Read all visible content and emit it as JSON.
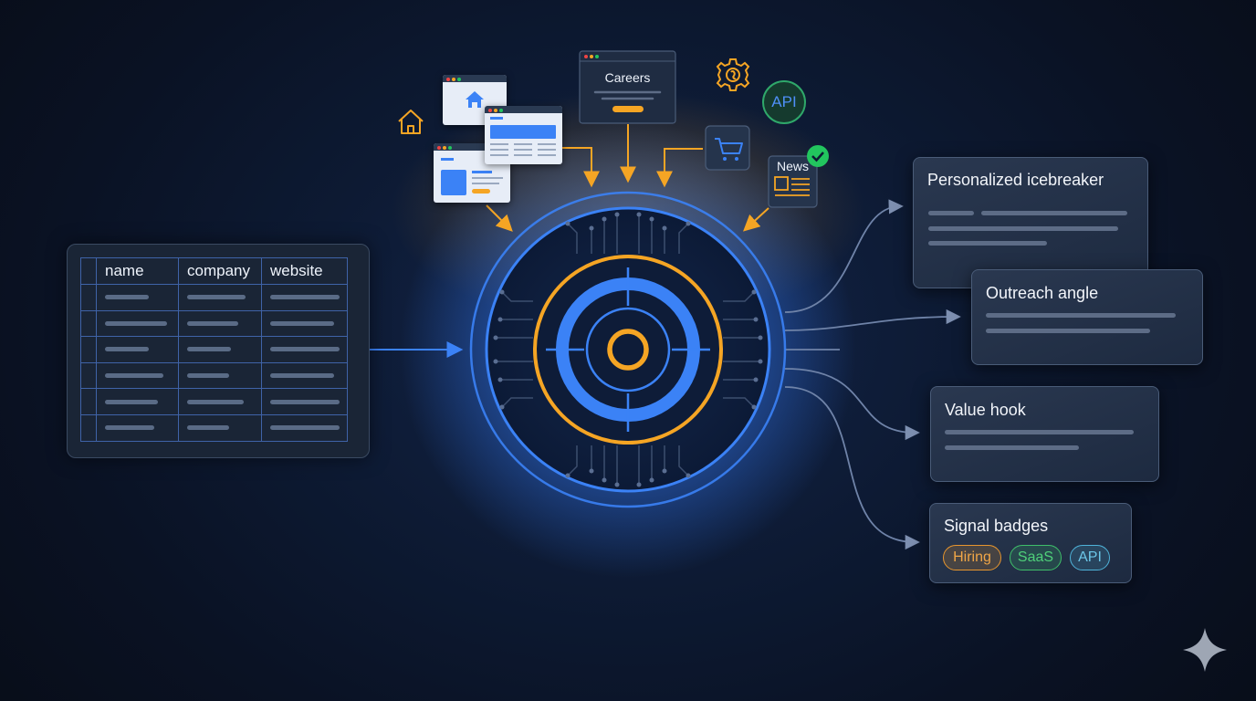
{
  "table": {
    "headers": [
      "name",
      "company",
      "website"
    ],
    "rows": 6
  },
  "sources": {
    "careers_label": "Careers",
    "api_label": "API",
    "news_label": "News"
  },
  "outputs": [
    {
      "title": "Personalized icebreaker"
    },
    {
      "title": "Outreach angle"
    },
    {
      "title": "Value hook"
    },
    {
      "title": "Signal badges"
    }
  ],
  "badges": [
    {
      "label": "Hiring",
      "color": "#e8962e"
    },
    {
      "label": "SaaS",
      "color": "#3fbf6a"
    },
    {
      "label": "API",
      "color": "#4fb3d9"
    }
  ],
  "colors": {
    "accent_blue": "#3b82f6",
    "accent_orange": "#f5a524",
    "check_green": "#22c55e"
  },
  "icons": [
    "home-icon",
    "gear-icon",
    "cart-icon",
    "check-icon",
    "sparkle-icon"
  ]
}
